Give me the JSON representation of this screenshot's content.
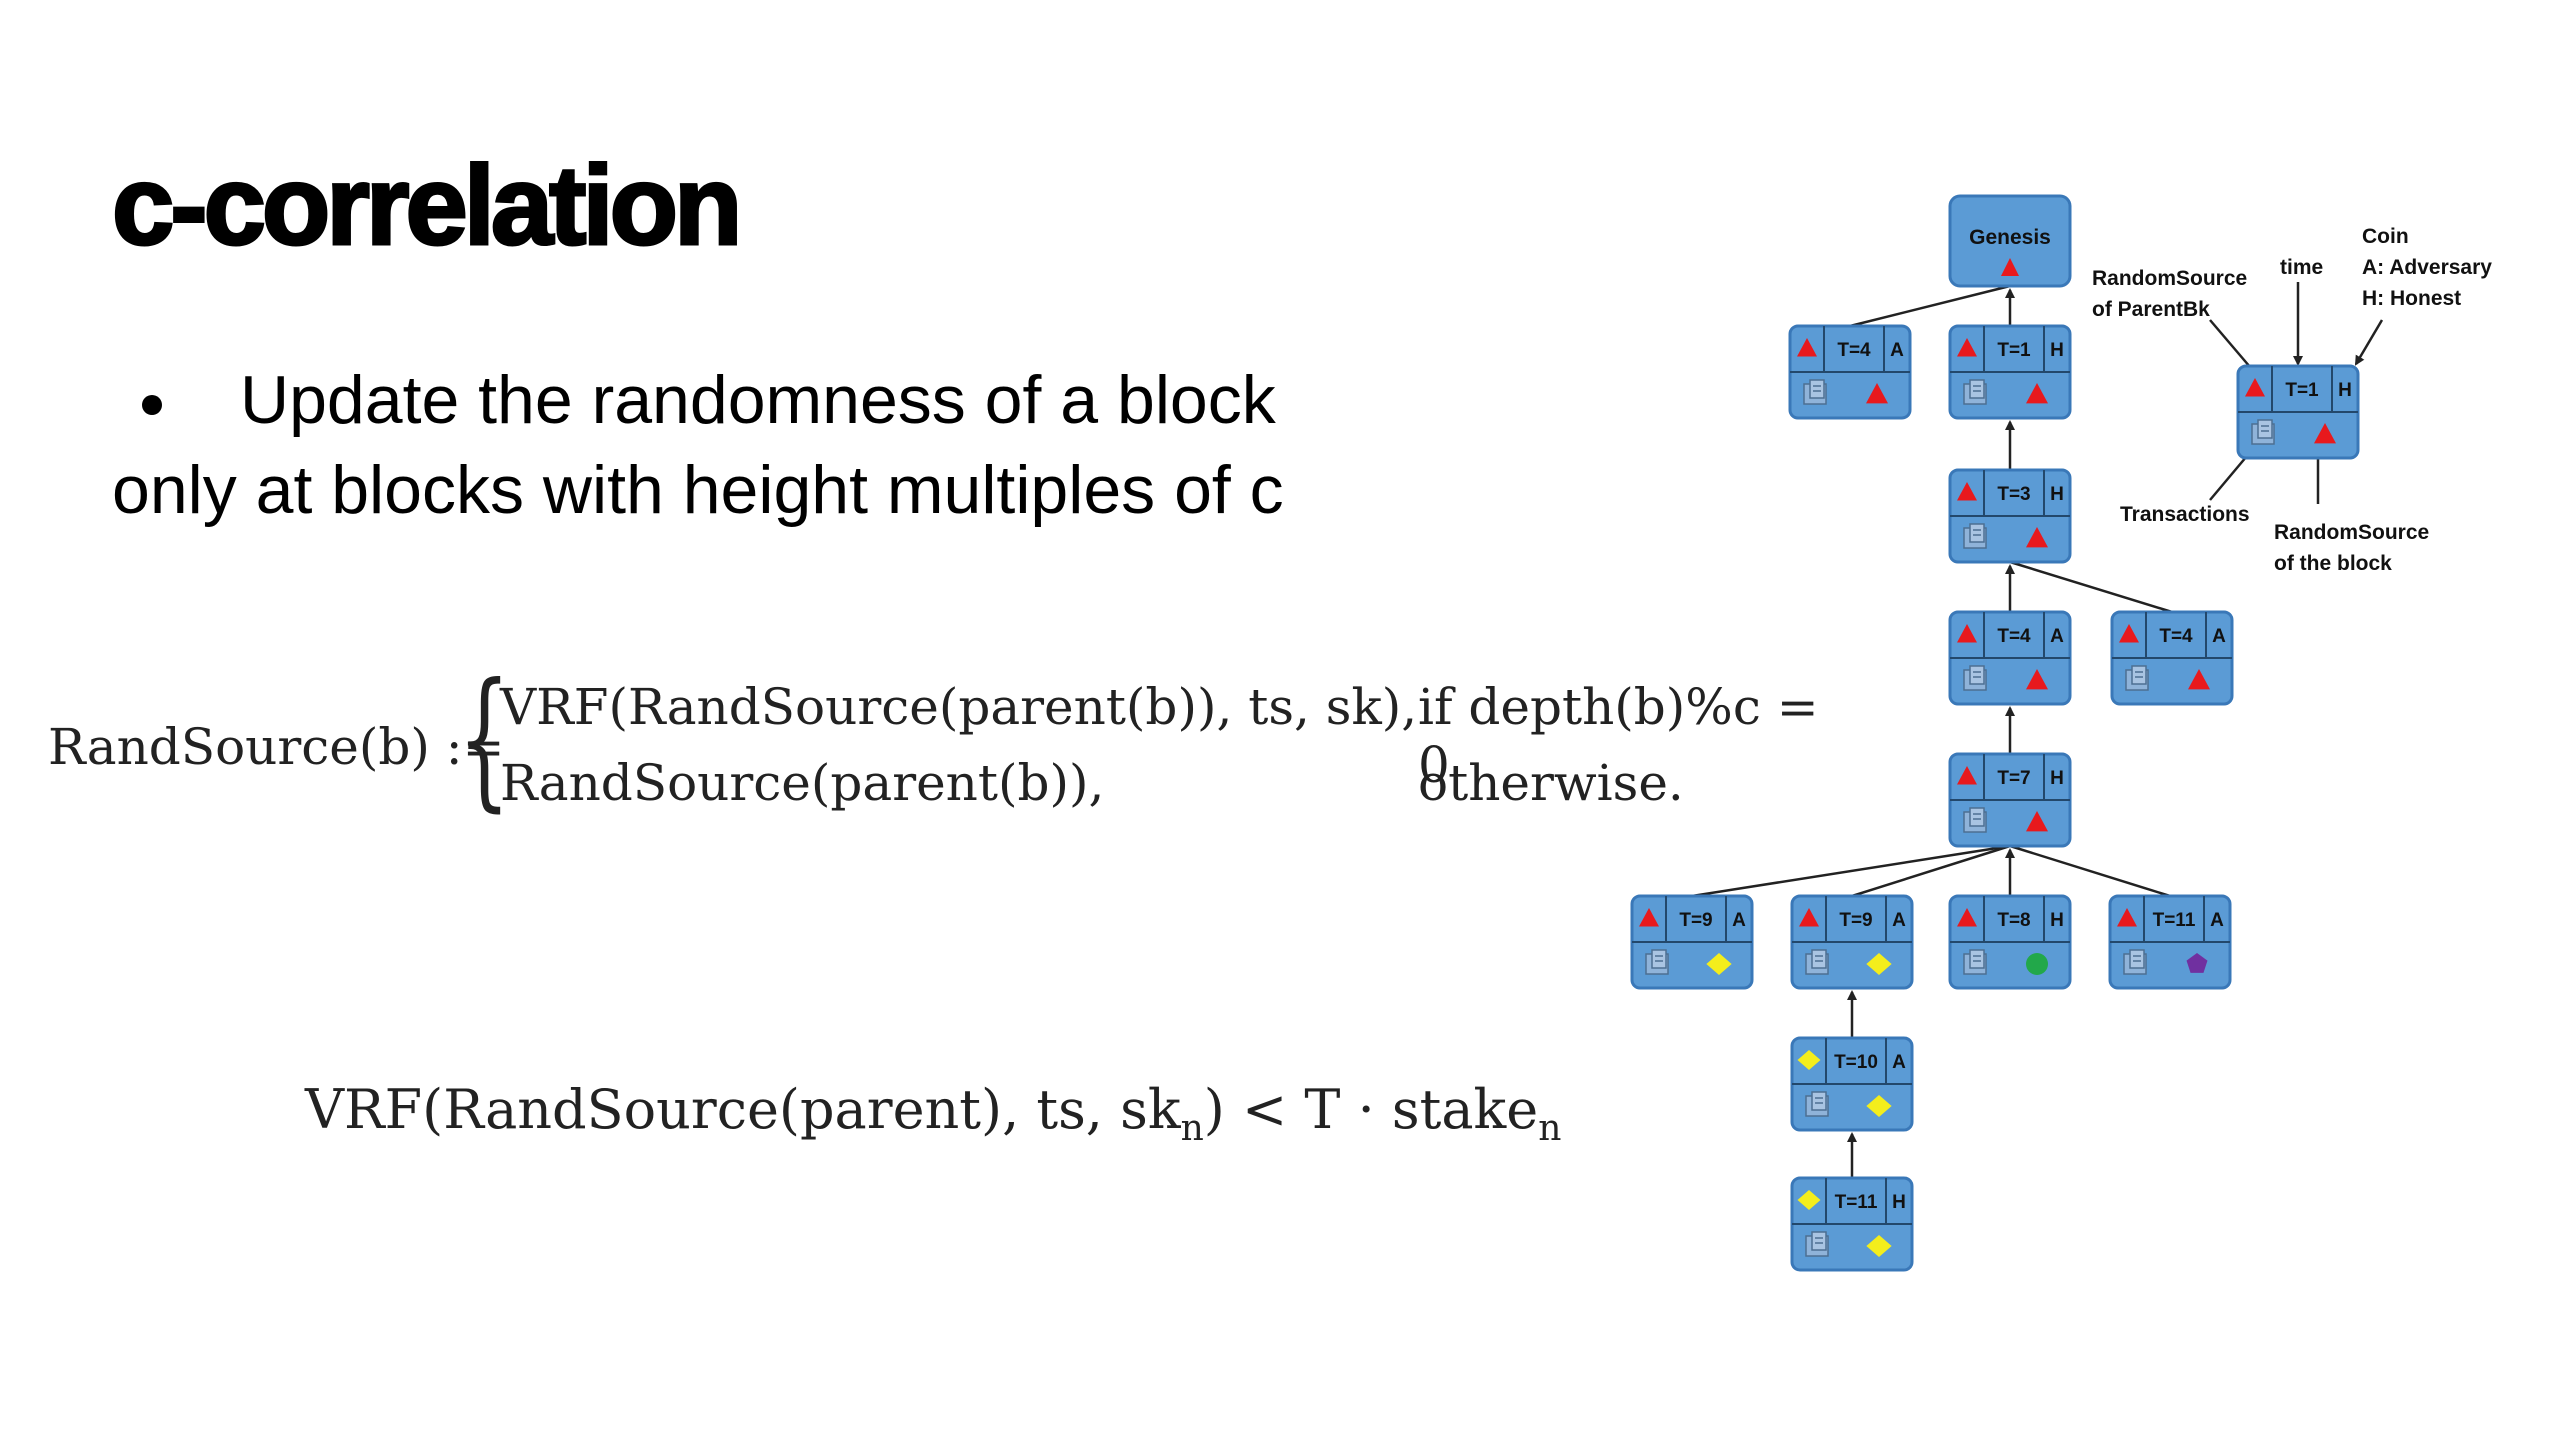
{
  "slide": {
    "title": "c-correlation",
    "bullet_line1": "Update the randomness of a block",
    "bullet_line2": "only at blocks with height multiples of c"
  },
  "formula1": {
    "lhs": "RandSource(b) :=",
    "row1": "VRF(RandSource(parent(b)), ts, sk),",
    "row2": "RandSource(parent(b)),",
    "cond1": "if depth(b)%c = 0",
    "cond2": "otherwise."
  },
  "formula2": {
    "main": "VRF(RandSource(parent), ts, sk",
    "sub1": "n",
    "mid": ") < T · stake",
    "sub2": "n"
  },
  "diagram": {
    "colors": {
      "block_fill": "#5b9bd5",
      "block_stroke": "#3a78b8",
      "edge": "#222222",
      "red": "#e8191d",
      "yellow": "#f4ee1c",
      "green": "#22a84a",
      "purple": "#7030a0"
    },
    "genesis_label": "Genesis",
    "legend": {
      "randomsource_parent": [
        "RandomSource",
        "of ParentBk"
      ],
      "time": "time",
      "coin": [
        "Coin",
        "A: Adversary",
        "H: Honest"
      ],
      "transactions": "Transactions",
      "randomsource_block": [
        "RandomSource",
        "of the block"
      ],
      "block": {
        "time": "T=1",
        "coin": "H",
        "parent_mark": "triangle",
        "self_mark": "triangle"
      }
    },
    "blocks": [
      {
        "id": "b-t4a-top",
        "time": "T=4",
        "coin": "A",
        "parent_mark": "triangle",
        "self_mark": "triangle"
      },
      {
        "id": "b-t1h",
        "time": "T=1",
        "coin": "H",
        "parent_mark": "triangle",
        "self_mark": "triangle"
      },
      {
        "id": "b-t3h",
        "time": "T=3",
        "coin": "H",
        "parent_mark": "triangle",
        "self_mark": "triangle"
      },
      {
        "id": "b-t4a-mid",
        "time": "T=4",
        "coin": "A",
        "parent_mark": "triangle",
        "self_mark": "triangle"
      },
      {
        "id": "b-t4a-right",
        "time": "T=4",
        "coin": "A",
        "parent_mark": "triangle",
        "self_mark": "triangle"
      },
      {
        "id": "b-t7h",
        "time": "T=7",
        "coin": "H",
        "parent_mark": "triangle",
        "self_mark": "triangle"
      },
      {
        "id": "b-t9a-1",
        "time": "T=9",
        "coin": "A",
        "parent_mark": "triangle",
        "self_mark": "diamond-yellow"
      },
      {
        "id": "b-t9a-2",
        "time": "T=9",
        "coin": "A",
        "parent_mark": "triangle",
        "self_mark": "diamond-yellow"
      },
      {
        "id": "b-t8h",
        "time": "T=8",
        "coin": "H",
        "parent_mark": "triangle",
        "self_mark": "circle-green"
      },
      {
        "id": "b-t11a",
        "time": "T=11",
        "coin": "A",
        "parent_mark": "triangle",
        "self_mark": "pentagon-purple"
      },
      {
        "id": "b-t10a",
        "time": "T=10",
        "coin": "A",
        "parent_mark": "diamond-yellow",
        "self_mark": "diamond-yellow"
      },
      {
        "id": "b-t11h",
        "time": "T=11",
        "coin": "H",
        "parent_mark": "diamond-yellow",
        "self_mark": "diamond-yellow"
      }
    ]
  }
}
